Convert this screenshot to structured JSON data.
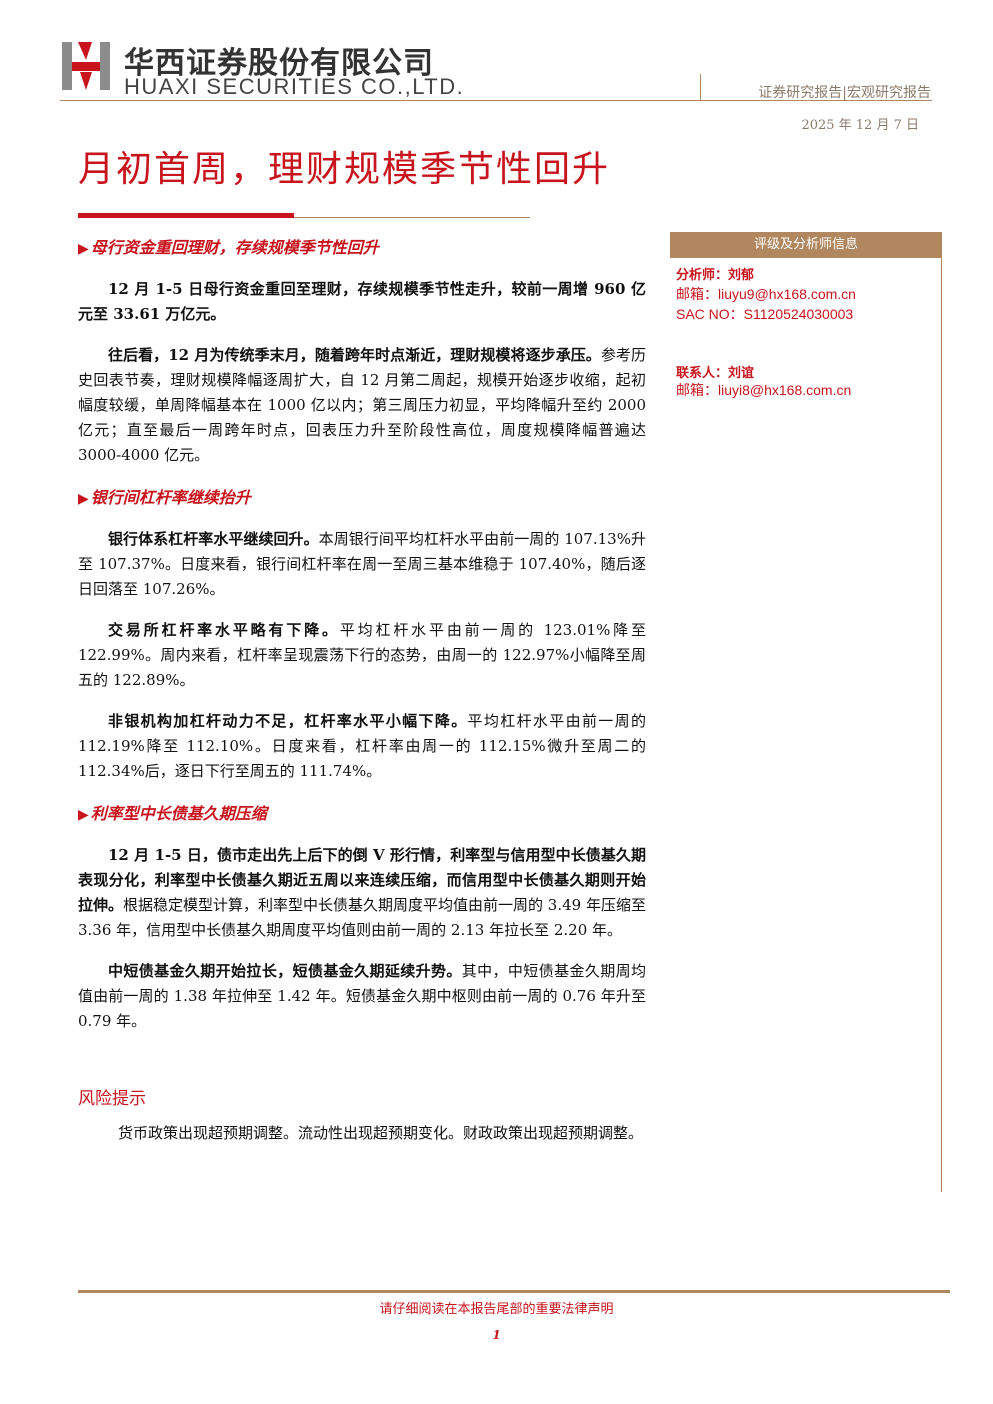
{
  "header": {
    "company_cn": "华西证券股份有限公司",
    "company_en": "HUAXI SECURITIES CO.,LTD.",
    "report_type": "证券研究报告|宏观研究报告",
    "date": "2025 年 12 月 7 日"
  },
  "title": "月初首周，理财规模季节性回升",
  "sections": [
    {
      "heading": "母行资金重回理财，存续规模季节性回升",
      "paragraphs": [
        {
          "bold": "12 月 1-5 日母行资金重回至理财，存续规模季节性走升，较前一周增 960 亿元至 33.61 万亿元。",
          "text": ""
        },
        {
          "bold": "往后看，12 月为传统季末月，随着跨年时点渐近，理财规模将逐步承压。",
          "text": "参考历史回表节奏，理财规模降幅逐周扩大，自 12 月第二周起，规模开始逐步收缩，起初幅度较缓，单周降幅基本在 1000 亿以内；第三周压力初显，平均降幅升至约 2000 亿元；直至最后一周跨年时点，回表压力升至阶段性高位，周度规模降幅普遍达 3000-4000 亿元。"
        }
      ]
    },
    {
      "heading": "银行间杠杆率继续抬升",
      "paragraphs": [
        {
          "bold": "银行体系杠杆率水平继续回升。",
          "text": "本周银行间平均杠杆水平由前一周的 107.13%升至 107.37%。日度来看，银行间杠杆率在周一至周三基本维稳于 107.40%，随后逐日回落至 107.26%。"
        },
        {
          "bold": "交易所杠杆率水平略有下降。",
          "text": "平均杠杆水平由前一周的 123.01%降至 122.99%。周内来看，杠杆率呈现震荡下行的态势，由周一的 122.97%小幅降至周五的 122.89%。"
        },
        {
          "bold": "非银机构加杠杆动力不足，杠杆率水平小幅下降。",
          "text": "平均杠杆水平由前一周的 112.19%降至 112.10%。日度来看，杠杆率由周一的 112.15%微升至周二的 112.34%后，逐日下行至周五的 111.74%。"
        }
      ]
    },
    {
      "heading": "利率型中长债基久期压缩",
      "paragraphs": [
        {
          "bold": "12 月 1-5 日，债市走出先上后下的倒 V 形行情，利率型与信用型中长债基久期表现分化，利率型中长债基久期近五周以来连续压缩，而信用型中长债基久期则开始拉伸。",
          "text": "根据稳定模型计算，利率型中长债基久期周度平均值由前一周的 3.49 年压缩至 3.36 年，信用型中长债基久期周度平均值则由前一周的 2.13 年拉长至 2.20 年。"
        },
        {
          "bold": "中短债基金久期开始拉长，短债基金久期延续升势。",
          "text": "其中，中短债基金久期周均值由前一周的 1.38 年拉伸至 1.42 年。短债基金久期中枢则由前一周的 0.76 年升至 0.79 年。"
        }
      ]
    }
  ],
  "risk": {
    "title": "风险提示",
    "text": "货币政策出现超预期调整。流动性出现超预期变化。财政政策出现超预期调整。"
  },
  "sidebar": {
    "heading": "评级及分析师信息",
    "analyst_label": "分析师：刘郁",
    "analyst_email": "邮箱：liuyu9@hx168.com.cn",
    "analyst_sac": "SAC NO：S1120524030003",
    "contact_label": "联系人：刘谊",
    "contact_email": "邮箱：liuyi8@hx168.com.cn"
  },
  "footer": {
    "disclaimer": "请仔细阅读在本报告尾部的重要法律声明",
    "page": "1"
  },
  "colors": {
    "brand_red": "#c8141d",
    "brand_tan": "#b0875f"
  },
  "icons": {
    "logo": "huaxi-logo-icon",
    "section_marker": "triangle-right-icon"
  }
}
